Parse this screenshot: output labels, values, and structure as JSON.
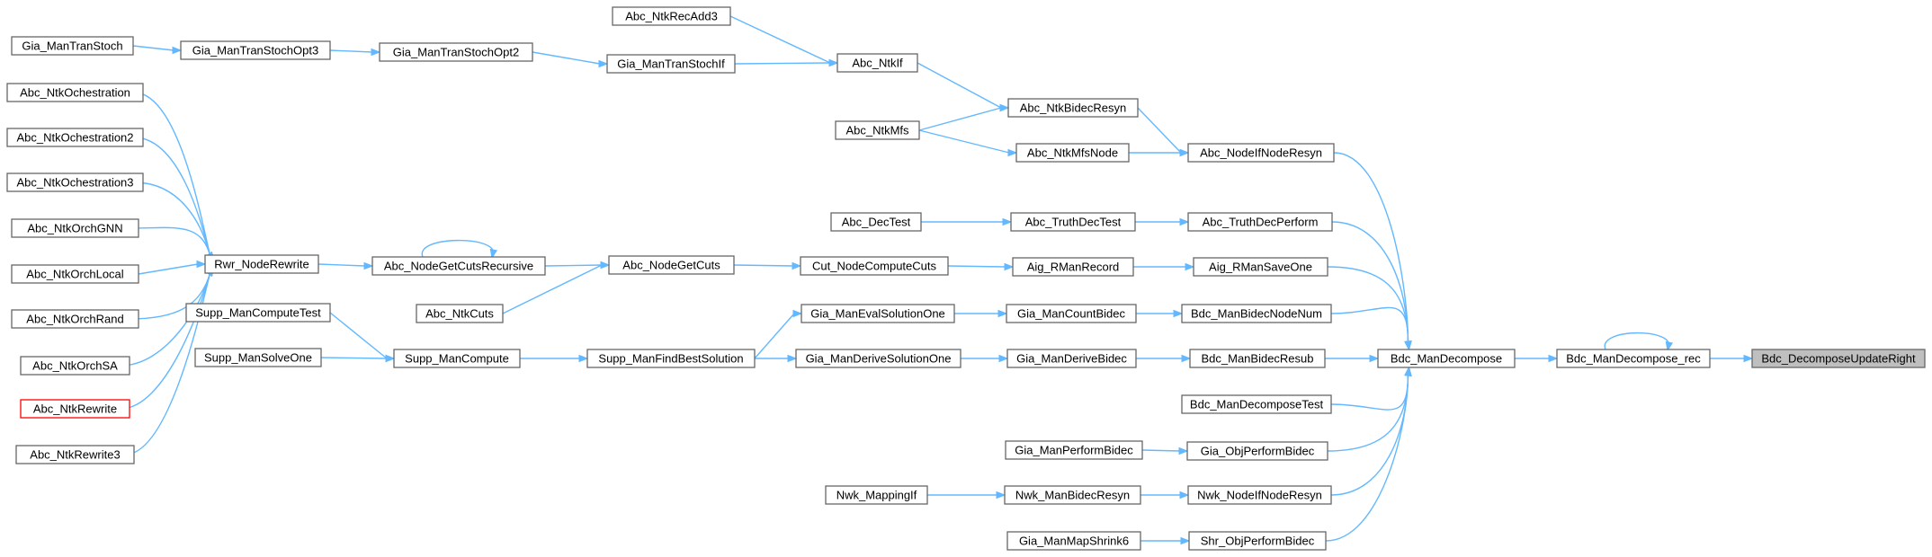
{
  "graph": {
    "nodes": {
      "gia_mantranstoch": "Gia_ManTranStoch",
      "gia_mantranstochopt3": "Gia_ManTranStochOpt3",
      "gia_mantranstochopt2": "Gia_ManTranStochOpt2",
      "gia_mantranstochif": "Gia_ManTranStochIf",
      "abc_ntkrecadd3": "Abc_NtkRecAdd3",
      "abc_ntkif": "Abc_NtkIf",
      "abc_ntkbidecresyn": "Abc_NtkBidecResyn",
      "abc_ntkmfs": "Abc_NtkMfs",
      "abc_ntkmfsnode": "Abc_NtkMfsNode",
      "abc_nodeifnoderesyn": "Abc_NodeIfNodeResyn",
      "abc_ntkochestration": "Abc_NtkOchestration",
      "abc_ntkochestration2": "Abc_NtkOchestration2",
      "abc_ntkochestration3": "Abc_NtkOchestration3",
      "abc_ntkorchgnn": "Abc_NtkOrchGNN",
      "abc_ntkorchlocal": "Abc_NtkOrchLocal",
      "abc_ntkorchrand": "Abc_NtkOrchRand",
      "abc_ntkorchsa": "Abc_NtkOrchSA",
      "abc_ntkrewrite": "Abc_NtkRewrite",
      "abc_ntkrewrite3": "Abc_NtkRewrite3",
      "rwr_noderewrite": "Rwr_NodeRewrite",
      "abc_nodegetcutsrecursive": "Abc_NodeGetCutsRecursive",
      "abc_nodegetcuts": "Abc_NodeGetCuts",
      "abc_ntkcuts": "Abc_NtkCuts",
      "cut_nodecomputecuts": "Cut_NodeComputeCuts",
      "abc_dectest": "Abc_DecTest",
      "abc_truthdectest": "Abc_TruthDecTest",
      "abc_truthdecperform": "Abc_TruthDecPerform",
      "aig_rmanrecord": "Aig_RManRecord",
      "aig_rmansaveone": "Aig_RManSaveOne",
      "supp_mancomputetest": "Supp_ManComputeTest",
      "supp_mansolveone": "Supp_ManSolveOne",
      "supp_mancompute": "Supp_ManCompute",
      "supp_manfindbestsolution": "Supp_ManFindBestSolution",
      "gia_manevalsolutionone": "Gia_ManEvalSolutionOne",
      "gia_manderivesolutionone": "Gia_ManDeriveSolutionOne",
      "gia_mancountbidec": "Gia_ManCountBidec",
      "gia_manderivebidec": "Gia_ManDeriveBidec",
      "bdc_manbidecnodenum": "Bdc_ManBidecNodeNum",
      "bdc_manbidecresub": "Bdc_ManBidecResub",
      "bdc_mandecomposetest": "Bdc_ManDecomposeTest",
      "gia_manperformbidec": "Gia_ManPerformBidec",
      "gia_objperformbidec": "Gia_ObjPerformBidec",
      "nwk_mappingif": "Nwk_MappingIf",
      "nwk_manbidecresyn": "Nwk_ManBidecResyn",
      "nwk_nodeifnoderesyn": "Nwk_NodeIfNodeResyn",
      "gia_manmapshrink6": "Gia_ManMapShrink6",
      "shr_objperformbidec": "Shr_ObjPerformBidec",
      "bdc_mandecompose": "Bdc_ManDecompose",
      "bdc_mandecompose_rec": "Bdc_ManDecompose_rec",
      "bdc_decomposeupdateright": "Bdc_DecomposeUpdateRight"
    },
    "highlighted_node": "abc_ntkrewrite",
    "root_node": "bdc_decomposeupdateright",
    "colors": {
      "edge": "#63b8ff",
      "node_border": "#666666",
      "highlight_border": "#ff0000",
      "root_fill": "#bfbfbf"
    },
    "edges": [
      [
        "gia_mantranstoch",
        "gia_mantranstochopt3"
      ],
      [
        "gia_mantranstochopt3",
        "gia_mantranstochopt2"
      ],
      [
        "gia_mantranstochopt2",
        "gia_mantranstochif"
      ],
      [
        "gia_mantranstochif",
        "abc_ntkif"
      ],
      [
        "abc_ntkrecadd3",
        "abc_ntkif"
      ],
      [
        "abc_ntkif",
        "abc_ntkbidecresyn"
      ],
      [
        "abc_ntkmfs",
        "abc_ntkbidecresyn"
      ],
      [
        "abc_ntkmfs",
        "abc_ntkmfsnode"
      ],
      [
        "abc_ntkbidecresyn",
        "abc_nodeifnoderesyn"
      ],
      [
        "abc_ntkmfsnode",
        "abc_nodeifnoderesyn"
      ],
      [
        "abc_ntkochestration",
        "rwr_noderewrite"
      ],
      [
        "abc_ntkochestration2",
        "rwr_noderewrite"
      ],
      [
        "abc_ntkochestration3",
        "rwr_noderewrite"
      ],
      [
        "abc_ntkorchgnn",
        "rwr_noderewrite"
      ],
      [
        "abc_ntkorchlocal",
        "rwr_noderewrite"
      ],
      [
        "abc_ntkorchrand",
        "rwr_noderewrite"
      ],
      [
        "abc_ntkorchsa",
        "rwr_noderewrite"
      ],
      [
        "abc_ntkrewrite",
        "rwr_noderewrite"
      ],
      [
        "abc_ntkrewrite3",
        "rwr_noderewrite"
      ],
      [
        "rwr_noderewrite",
        "abc_nodegetcutsrecursive"
      ],
      [
        "abc_nodegetcutsrecursive",
        "abc_nodegetcutsrecursive"
      ],
      [
        "abc_nodegetcutsrecursive",
        "abc_nodegetcuts"
      ],
      [
        "abc_ntkcuts",
        "abc_nodegetcuts"
      ],
      [
        "abc_nodegetcuts",
        "cut_nodecomputecuts"
      ],
      [
        "abc_dectest",
        "abc_truthdectest"
      ],
      [
        "abc_truthdectest",
        "abc_truthdecperform"
      ],
      [
        "cut_nodecomputecuts",
        "aig_rmanrecord"
      ],
      [
        "aig_rmanrecord",
        "aig_rmansaveone"
      ],
      [
        "supp_mancomputetest",
        "supp_mancompute"
      ],
      [
        "supp_mansolveone",
        "supp_mancompute"
      ],
      [
        "supp_mancompute",
        "supp_manfindbestsolution"
      ],
      [
        "supp_manfindbestsolution",
        "gia_manevalsolutionone"
      ],
      [
        "supp_manfindbestsolution",
        "gia_manderivesolutionone"
      ],
      [
        "gia_manevalsolutionone",
        "gia_mancountbidec"
      ],
      [
        "gia_manderivesolutionone",
        "gia_manderivebidec"
      ],
      [
        "gia_mancountbidec",
        "bdc_manbidecnodenum"
      ],
      [
        "gia_manderivebidec",
        "bdc_manbidecresub"
      ],
      [
        "gia_manperformbidec",
        "gia_objperformbidec"
      ],
      [
        "nwk_mappingif",
        "nwk_manbidecresyn"
      ],
      [
        "nwk_manbidecresyn",
        "nwk_nodeifnoderesyn"
      ],
      [
        "gia_manmapshrink6",
        "shr_objperformbidec"
      ],
      [
        "abc_nodeifnoderesyn",
        "bdc_mandecompose"
      ],
      [
        "abc_truthdecperform",
        "bdc_mandecompose"
      ],
      [
        "aig_rmansaveone",
        "bdc_mandecompose"
      ],
      [
        "bdc_manbidecnodenum",
        "bdc_mandecompose"
      ],
      [
        "bdc_manbidecresub",
        "bdc_mandecompose"
      ],
      [
        "bdc_mandecomposetest",
        "bdc_mandecompose"
      ],
      [
        "gia_objperformbidec",
        "bdc_mandecompose"
      ],
      [
        "nwk_nodeifnoderesyn",
        "bdc_mandecompose"
      ],
      [
        "shr_objperformbidec",
        "bdc_mandecompose"
      ],
      [
        "bdc_mandecompose",
        "bdc_mandecompose_rec"
      ],
      [
        "bdc_mandecompose_rec",
        "bdc_mandecompose_rec"
      ],
      [
        "bdc_mandecompose_rec",
        "bdc_decomposeupdateright"
      ]
    ]
  }
}
